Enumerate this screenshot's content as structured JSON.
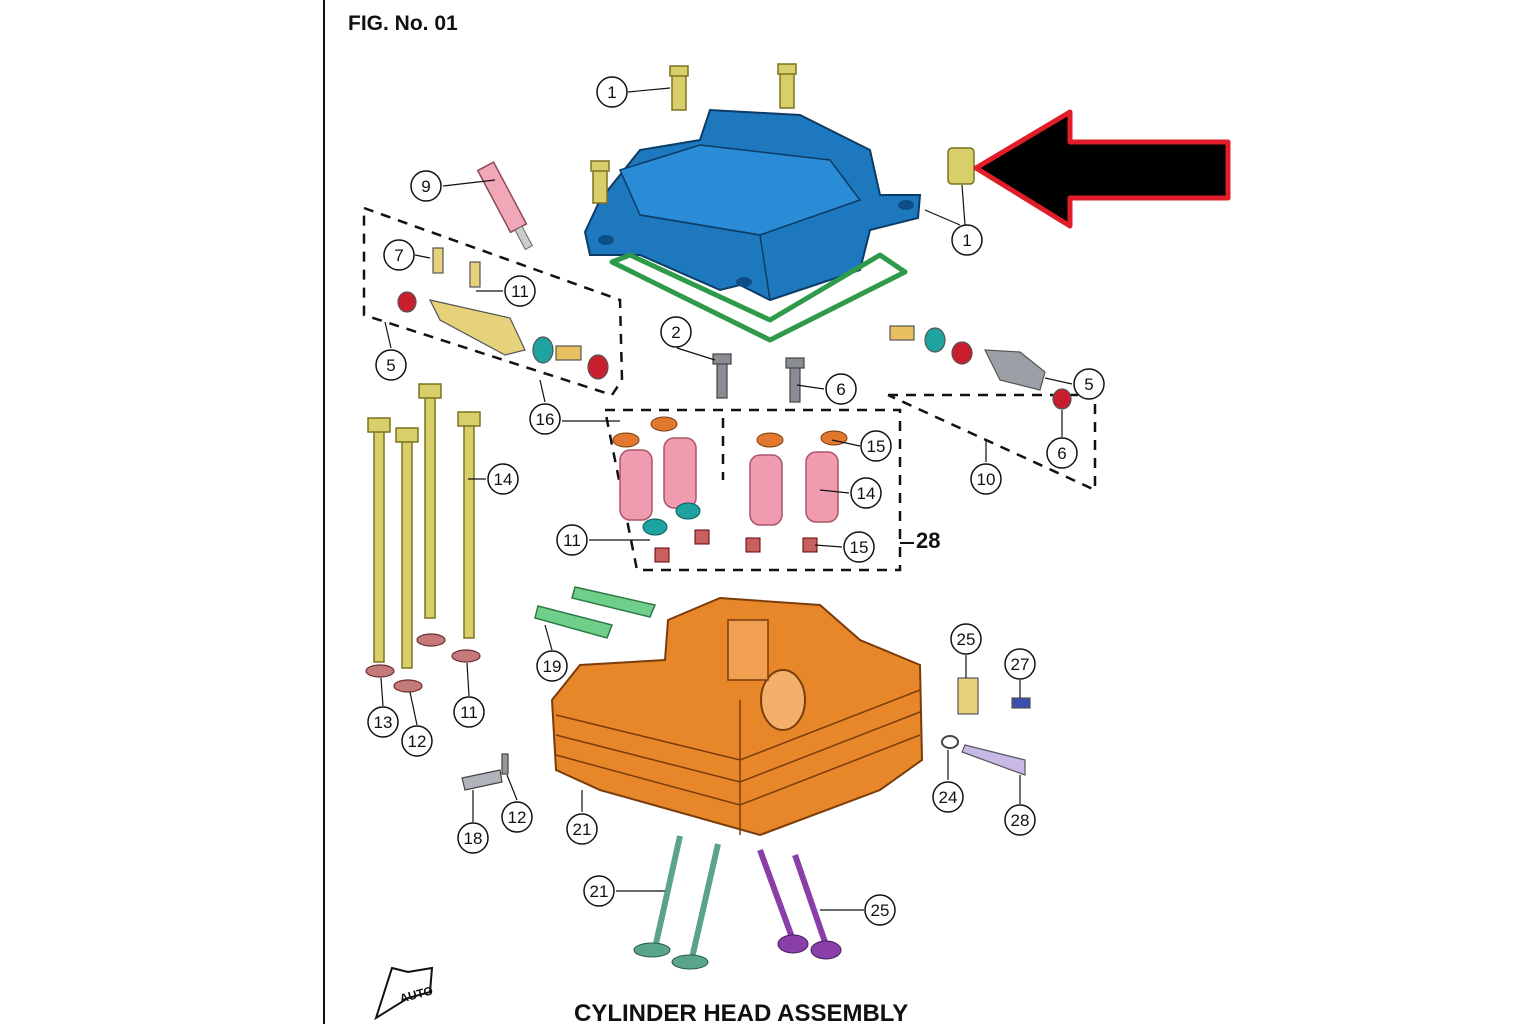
{
  "figure": {
    "label": "FIG. No. 01",
    "caption": "CYLINDER HEAD ASSEMBLY",
    "group_label": "28",
    "auto_badge": "AUTO"
  },
  "callouts": [
    "1",
    "1",
    "9",
    "7",
    "11",
    "5",
    "16",
    "2",
    "6",
    "15",
    "14",
    "11",
    "15",
    "6",
    "5",
    "10",
    "14",
    "13",
    "12",
    "11",
    "19",
    "21",
    "18",
    "12",
    "21",
    "25",
    "27",
    "24",
    "28",
    "25"
  ],
  "colors": {
    "cover": "#1e78be",
    "head": "#e8862a",
    "gasket": "#2e9a4a",
    "bolt": "#d8cf6a",
    "spring": "#f19bb0",
    "valve_green": "#5aa58a",
    "valve_purple": "#8a3fa8",
    "pointer_arrow_fill": "#000000",
    "pointer_arrow_outline": "#e11d2a"
  }
}
